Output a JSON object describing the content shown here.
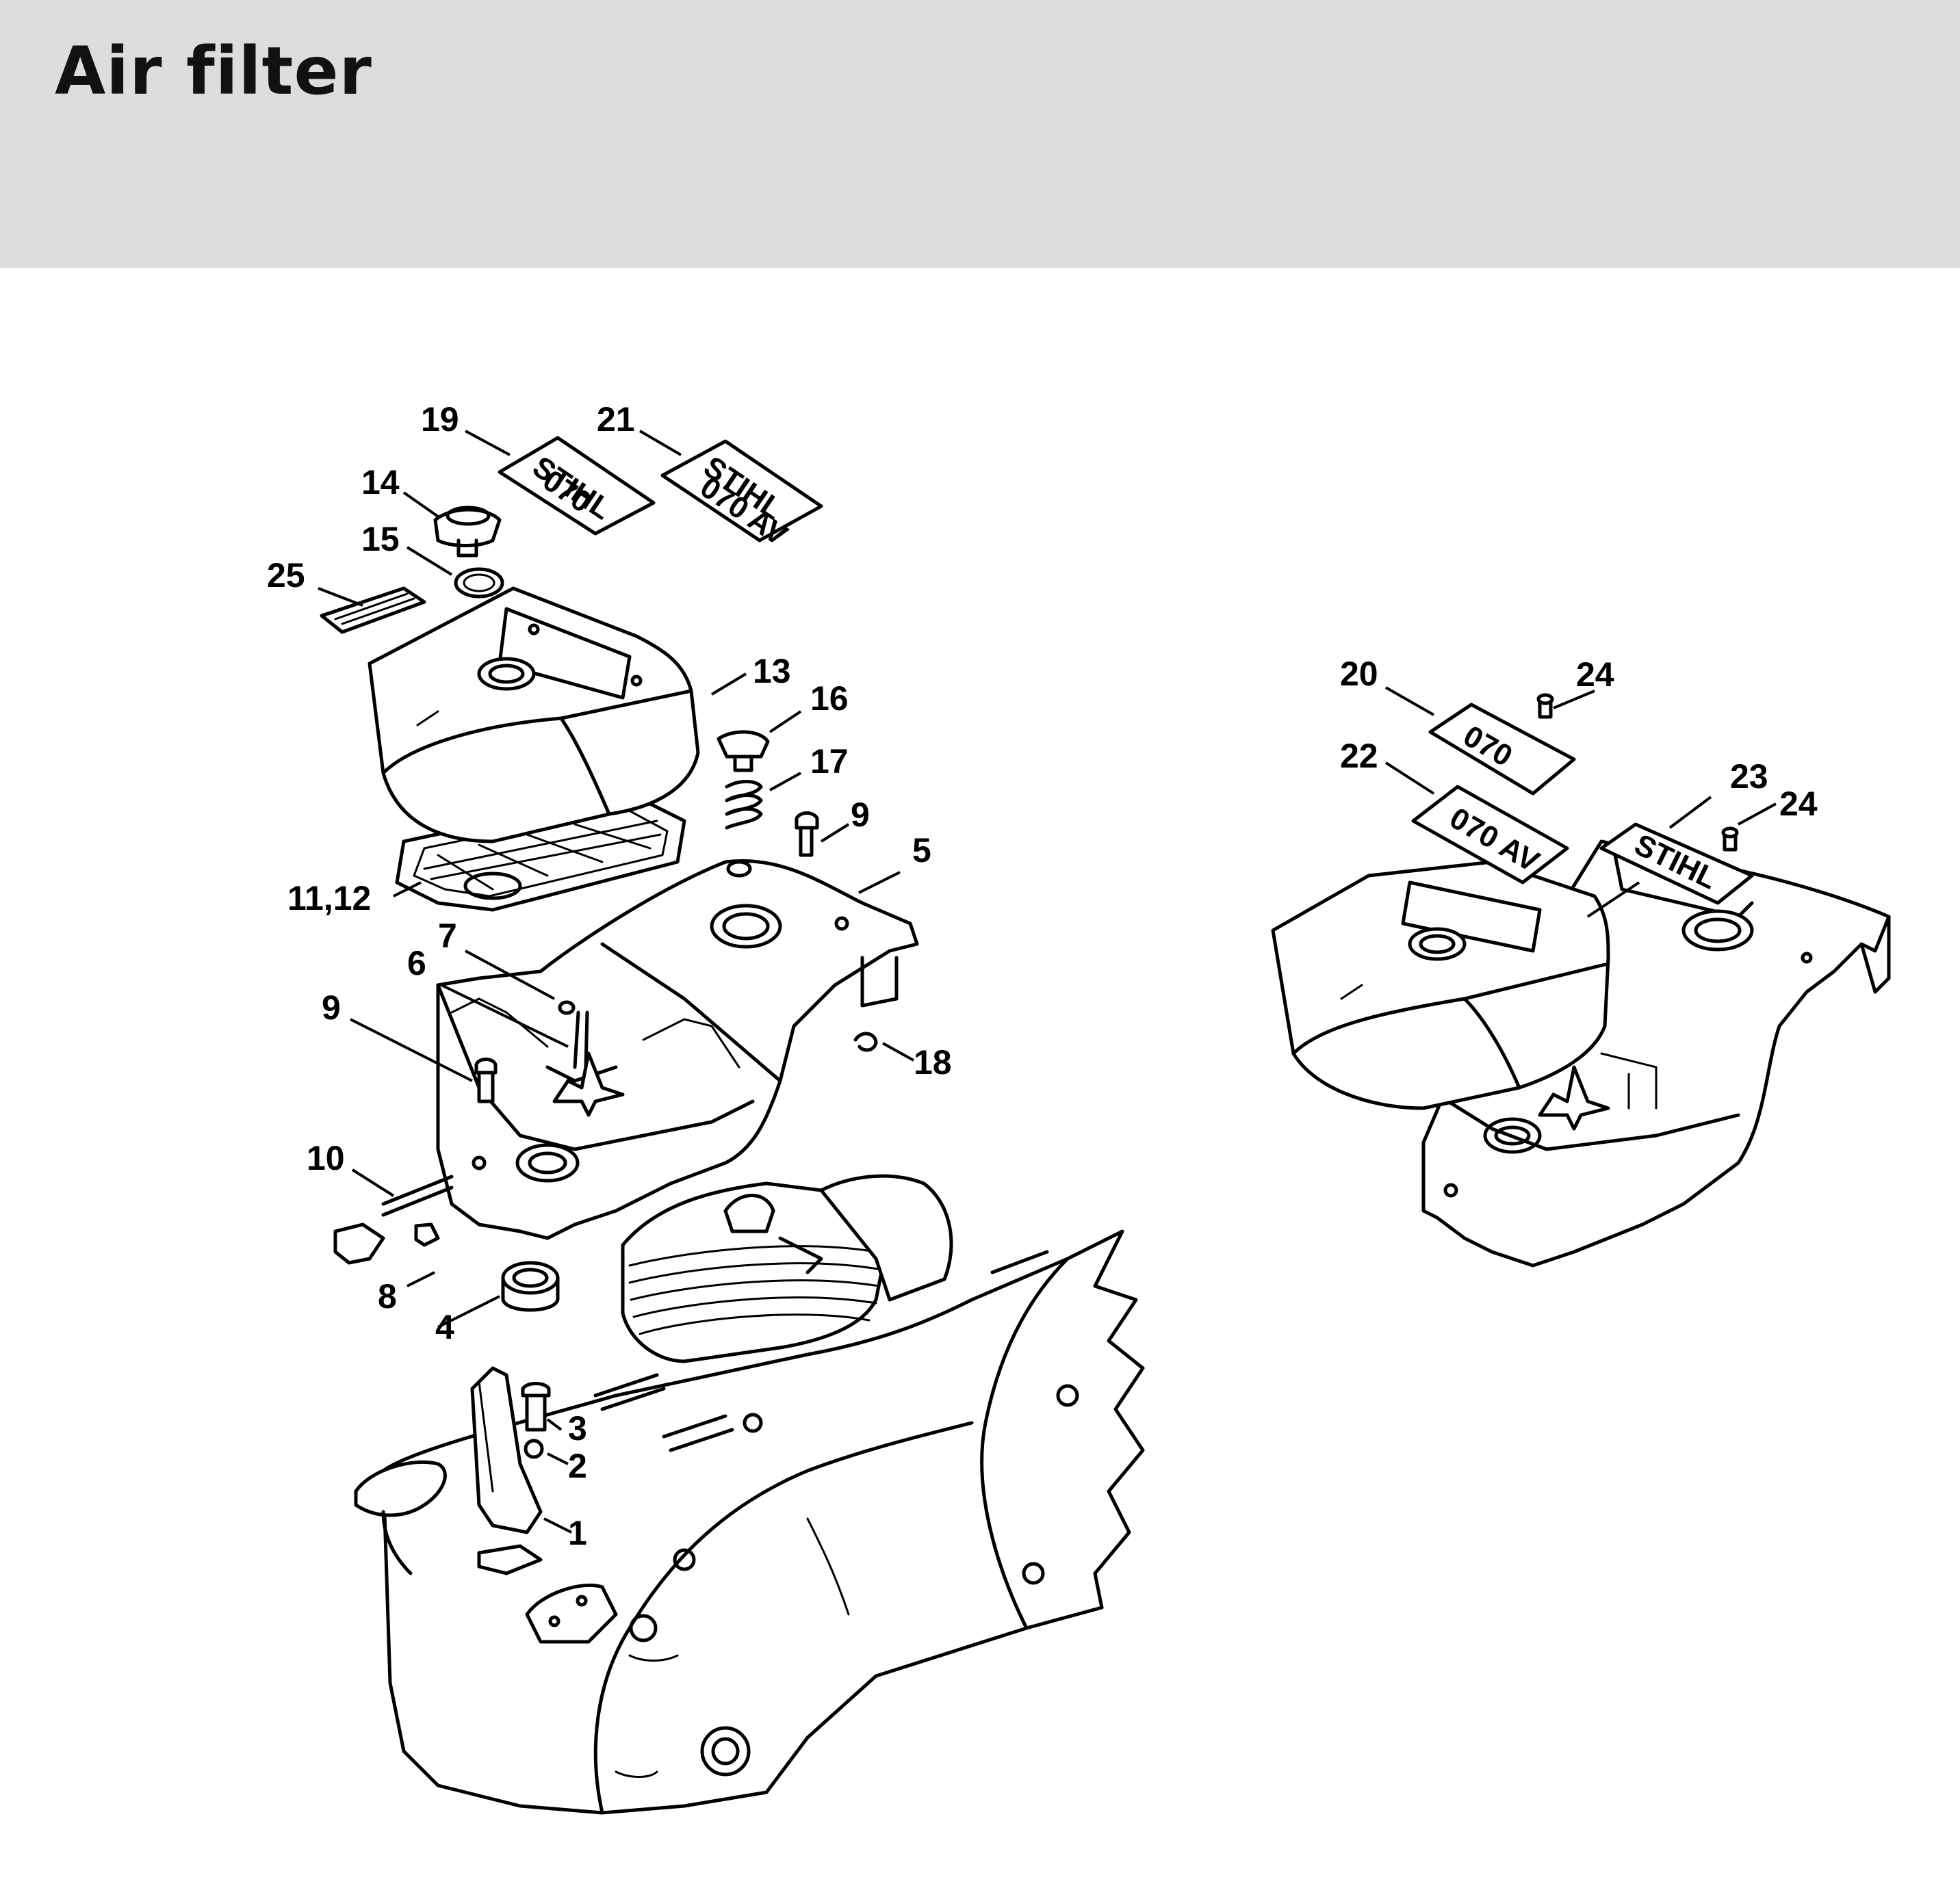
{
  "page": {
    "title": "Air filter"
  },
  "colors": {
    "header_background": "#dcdddc",
    "line": "#000000",
    "paper": "#ffffff"
  },
  "plates": {
    "p19": {
      "brand": "STIHL",
      "model": "070"
    },
    "p21": {
      "brand": "STIHL",
      "model": "070 AV"
    },
    "p20": {
      "model": "070"
    },
    "p22": {
      "model": "070 AV"
    },
    "p23": {
      "brand": "STIHL"
    }
  },
  "callouts": {
    "c1": "1",
    "c2": "2",
    "c3": "3",
    "c4": "4",
    "c5": "5",
    "c6": "6",
    "c7": "7",
    "c8": "8",
    "c9a": "9",
    "c9b": "9",
    "c10": "10",
    "c11": "11,12",
    "c13": "13",
    "c14": "14",
    "c15": "15",
    "c16": "16",
    "c17": "17",
    "c18": "18",
    "c19": "19",
    "c20": "20",
    "c21": "21",
    "c22": "22",
    "c23": "23",
    "c24a": "24",
    "c24b": "24",
    "c25": "25"
  }
}
